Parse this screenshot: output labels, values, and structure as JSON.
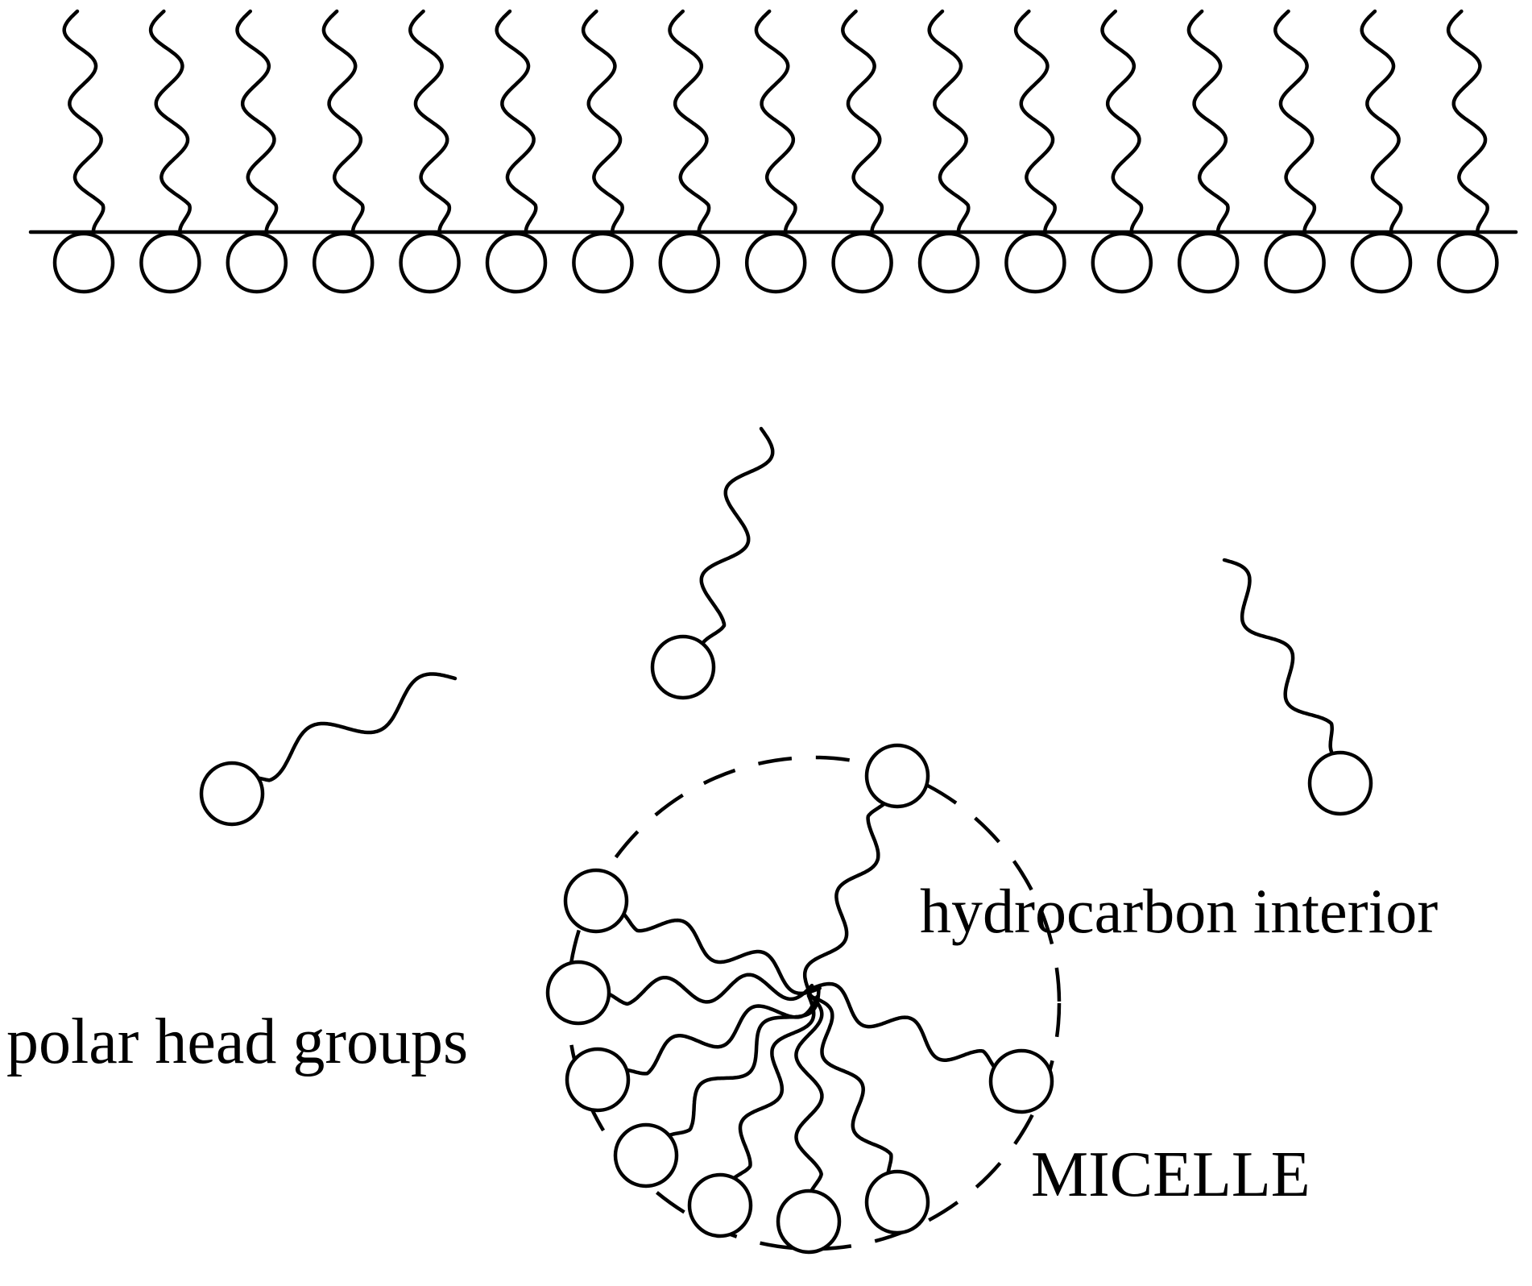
{
  "labels": {
    "hydrocarbon_interior": "hydrocarbon interior",
    "polar_head_groups": "polar head groups",
    "micelle": "MICELLE"
  }
}
